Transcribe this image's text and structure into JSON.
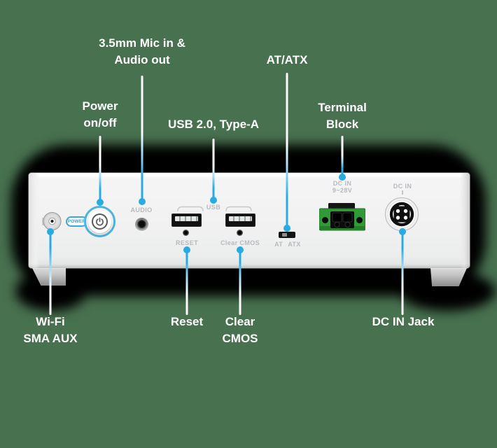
{
  "diagram_title": "Mini PC front panel port callout diagram",
  "colors": {
    "background": "#487150",
    "shadow": "#000000",
    "accent_blue": "#29abe2",
    "power_ring_blue": "#4db4de",
    "terminal_green": "#2f9a36",
    "panel_label_gray": "#b6babd",
    "label_text": "#ffffff"
  },
  "callouts": {
    "mic_line1": "3.5mm Mic in &",
    "mic_line2": "Audio out",
    "power_line1": "Power",
    "power_line2": "on/off",
    "usb": "USB 2.0, Type-A",
    "at_atx": "AT/ATX",
    "terminal_line1": "Terminal",
    "terminal_line2": "Block",
    "wifi_line1": "Wi-Fi",
    "wifi_line2": "SMA AUX",
    "reset": "Reset",
    "cmos_line1": "Clear",
    "cmos_line2": "CMOS",
    "dc_in_jack": "DC IN Jack"
  },
  "panel_labels": {
    "power": "POWER",
    "audio": "AUDIO",
    "usb": "USB",
    "reset": "RESET",
    "clear_cmos": "Clear CMOS",
    "at": "AT",
    "atx": "ATX",
    "terminal_dc_line1": "DC IN",
    "terminal_dc_line2": "9~28V",
    "dc_in": "DC IN"
  }
}
